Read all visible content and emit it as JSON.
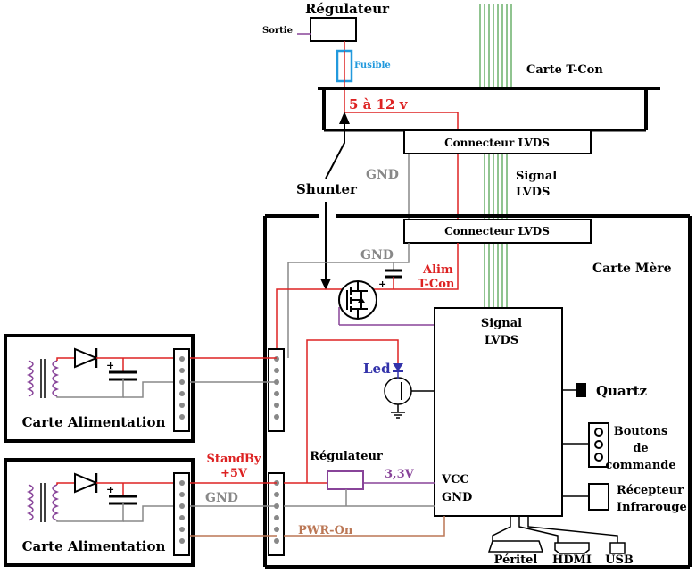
{
  "labels": {
    "top_regulator_title": "Régulateur",
    "sortie": "Sortie",
    "fusible": "Fusible",
    "tcon_title": "Carte T-Con",
    "tcon_voltage": "5 à 12 v",
    "lvds_connector_top": "Connecteur LVDS",
    "lvds_connector_bottom": "Connecteur LVDS",
    "gnd_top": "GND",
    "signal_lvds_mid_1": "Signal",
    "signal_lvds_mid_2": "LVDS",
    "shunter": "Shunter",
    "carte_mere": "Carte Mère",
    "gnd_mid": "GND",
    "alim_tcon_1": "Alim",
    "alim_tcon_2": "T-Con",
    "chip_signal_1": "Signal",
    "chip_signal_2": "LVDS",
    "led": "Led",
    "quartz": "Quartz",
    "boutons_1": "Boutons",
    "boutons_2": "de",
    "boutons_3": "commande",
    "recepteur_1": "Récepteur",
    "recepteur_2": "Infrarouge",
    "psu_top": "Carte Alimentation",
    "psu_bottom": "Carte Alimentation",
    "standby_1": "StandBy",
    "standby_2": "+5V",
    "gnd_bottom": "GND",
    "regulator_bottom": "Régulateur",
    "v33": "3,3V",
    "vcc": "VCC",
    "gnd_chip": "GND",
    "pwr_on": "PWR-On",
    "peritel": "Péritel",
    "hdmi": "HDMI",
    "usb": "USB"
  },
  "colors": {
    "power": "#dd2222",
    "ground": "#888888",
    "signal": "#228822",
    "purple": "#884499",
    "pwr_on": "#bb7755",
    "fuse": "#2299dd",
    "led": "#3333aa",
    "black": "#000000"
  }
}
